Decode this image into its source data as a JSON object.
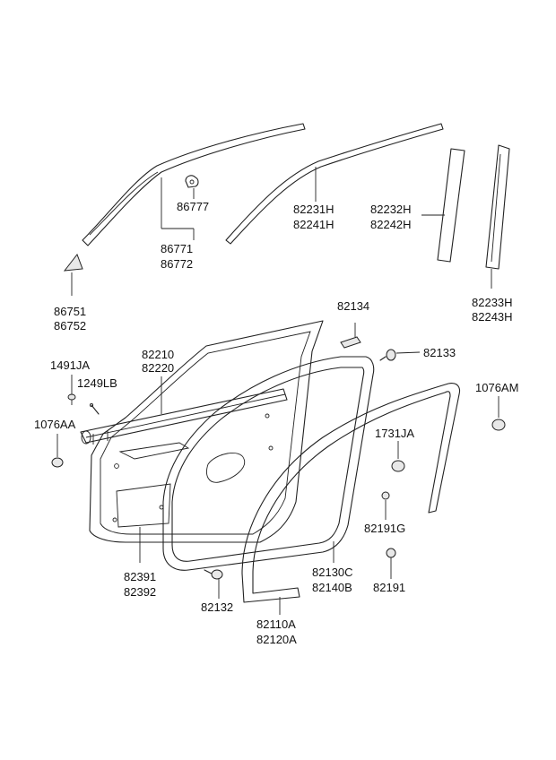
{
  "labels": {
    "p86777": "86777",
    "p86771": "86771",
    "p86772": "86772",
    "p86751": "86751",
    "p86752": "86752",
    "p82231H": "82231H",
    "p82241H": "82241H",
    "p82232H": "82232H",
    "p82242H": "82242H",
    "p82233H": "82233H",
    "p82243H": "82243H",
    "p82134": "82134",
    "p82133": "82133",
    "p82210": "82210",
    "p82220": "82220",
    "p1491JA": "1491JA",
    "p1249LB": "1249LB",
    "p1076AA": "1076AA",
    "p1076AM": "1076AM",
    "p1731JA": "1731JA",
    "p82191G": "82191G",
    "p82191": "82191",
    "p82391": "82391",
    "p82392": "82392",
    "p82132": "82132",
    "p82130C": "82130C",
    "p82140B": "82140B",
    "p82110A": "82110A",
    "p82120A": "82120A"
  }
}
